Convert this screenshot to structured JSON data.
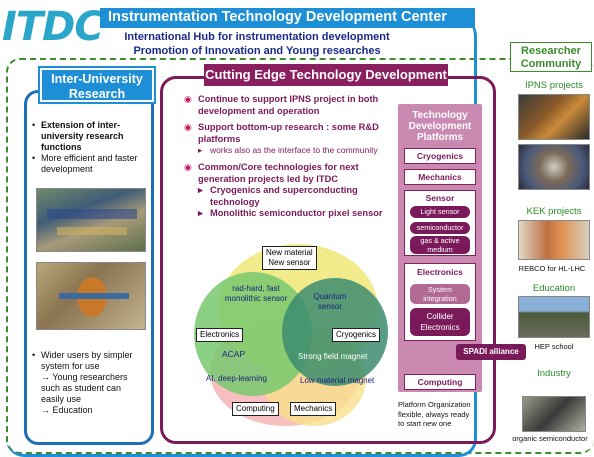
{
  "logo": {
    "text": "ITDC"
  },
  "header": {
    "title": "Instrumentation Technology Development Center",
    "line1": "International Hub for instrumentation development",
    "line2": "Promotion of Innovation and Young researches"
  },
  "inter_university": {
    "title_line1": "Inter-University",
    "title_line2": "Research",
    "bullet1_line1": "Extension of inter-",
    "bullet1_line2": "university research",
    "bullet1_line3": "functions",
    "bullet2_line1": "More efficient and faster",
    "bullet2_line2": "development",
    "bullet3_line1": "Wider users by simpler",
    "bullet3_line2": "system for use",
    "bullet3_line3": "→ Young researchers",
    "bullet3_line4": "such as student can",
    "bullet3_line5": "easily use",
    "bullet3_line6": "→ Education"
  },
  "cutting_edge": {
    "title": "Cutting Edge Technology Development",
    "item1_line1": "Continue to support IPNS project in both",
    "item1_line2": "development and operation",
    "item2_line1": "Support bottom-up research : some R&D",
    "item2_line2": "platforms",
    "item2_sub": "works also as the interface to the community",
    "item3_line1": "Common/Core technologies for next",
    "item3_line2": "generation projects led by ITDC",
    "item3_sub1_line1": "Cryogenics and superconducting",
    "item3_sub1_line2": "technology",
    "item3_sub2": "Monolithic semiconductor pixel sensor"
  },
  "venn": {
    "new_material_line1": "New material",
    "new_material_line2": "New sensor",
    "radhard_line1": "rad-hard, fast",
    "radhard_line2": "monolithic sensor",
    "quantum_line1": "Quantum",
    "quantum_line2": "sensor",
    "electronics": "Electronics",
    "cryogenics": "Cryogenics",
    "acap": "ACAP",
    "strong_field": "Strong field magnet",
    "ai": "AI, deep-learning",
    "low_material": "Low material magnet",
    "computing": "Computing",
    "mechanics": "Mechanics"
  },
  "platforms": {
    "title_line1": "Technology",
    "title_line2": "Development",
    "title_line3": "Platforms",
    "cryogenics": "Cryogenics",
    "mechanics": "Mechanics",
    "sensor": "Sensor",
    "light_sensor": "Light sensor",
    "semiconductor": "semiconductor",
    "gas_line1": "gas & active",
    "gas_line2": "medium",
    "electronics": "Electronics",
    "system_line1": "System",
    "system_line2": "integration",
    "collider_line1": "Collider",
    "collider_line2": "Electronics",
    "spadi": "SPADI alliance",
    "computing": "Computing",
    "note_line1": "Platform Organization",
    "note_line2": "flexible, always ready",
    "note_line3": "to start new one"
  },
  "researcher": {
    "title_line1": "Researcher",
    "title_line2": "Community",
    "ipns": "IPNS projects",
    "kek": "KEK projects",
    "rebco": "REBCO for HL-LHC",
    "education": "Education",
    "hep": "HEP school",
    "industry": "Industry",
    "organic": "organic semiconductor"
  },
  "colors": {
    "blue": "#1d8fd6",
    "maroon": "#7b1a5a",
    "green": "#3c8c2c",
    "pink": "#c989b0"
  }
}
